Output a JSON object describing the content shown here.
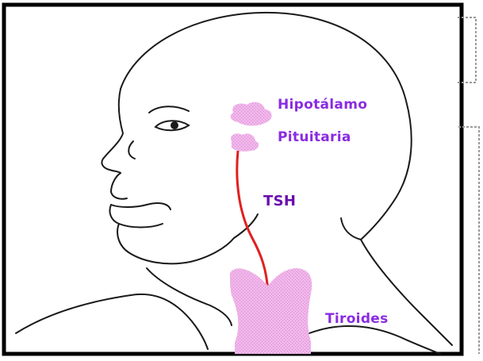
{
  "labels": {
    "hypothalamus": "Hipotálamo",
    "pituitary": "Pituitaria",
    "hormone": "TSH",
    "thyroid": "Tiroides"
  },
  "colors": {
    "label": "#8a2be2",
    "hormone_label": "#6a0dad",
    "gland_fill": "#f0b6ea",
    "gland_speckle": "#d98ad2",
    "arrow": "#e02020",
    "outline": "#1a1a1a",
    "frame": "#000000",
    "dashed_panel": "#9a9a9a"
  },
  "icons": {
    "head": "head-profile-outline",
    "arrow": "down-arrow"
  }
}
